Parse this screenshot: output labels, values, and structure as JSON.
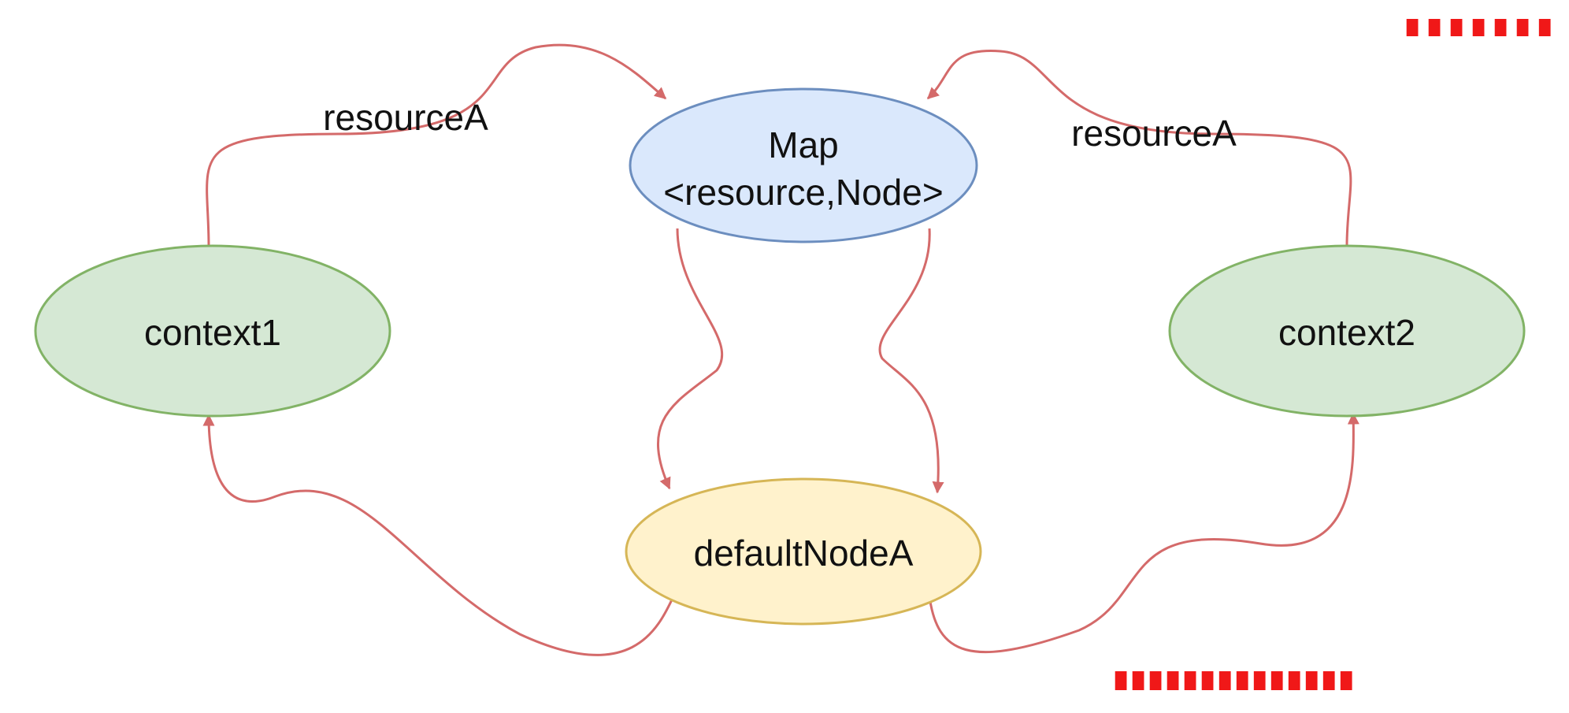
{
  "nodes": {
    "map": {
      "line1": "Map",
      "line2": "<resource,Node>"
    },
    "context1": {
      "label": "context1"
    },
    "context2": {
      "label": "context2"
    },
    "default_node": {
      "label": "defaultNodeA"
    }
  },
  "edges": {
    "left_label": "resourceA",
    "right_label": "resourceA"
  },
  "colors": {
    "map_fill": "#dae8fc",
    "map_stroke": "#6c8ebf",
    "context_fill": "#d5e8d4",
    "context_stroke": "#82b366",
    "default_fill": "#fff2cc",
    "default_stroke": "#d6b656",
    "edge": "#d46a6a",
    "watermark": "#f01818"
  }
}
